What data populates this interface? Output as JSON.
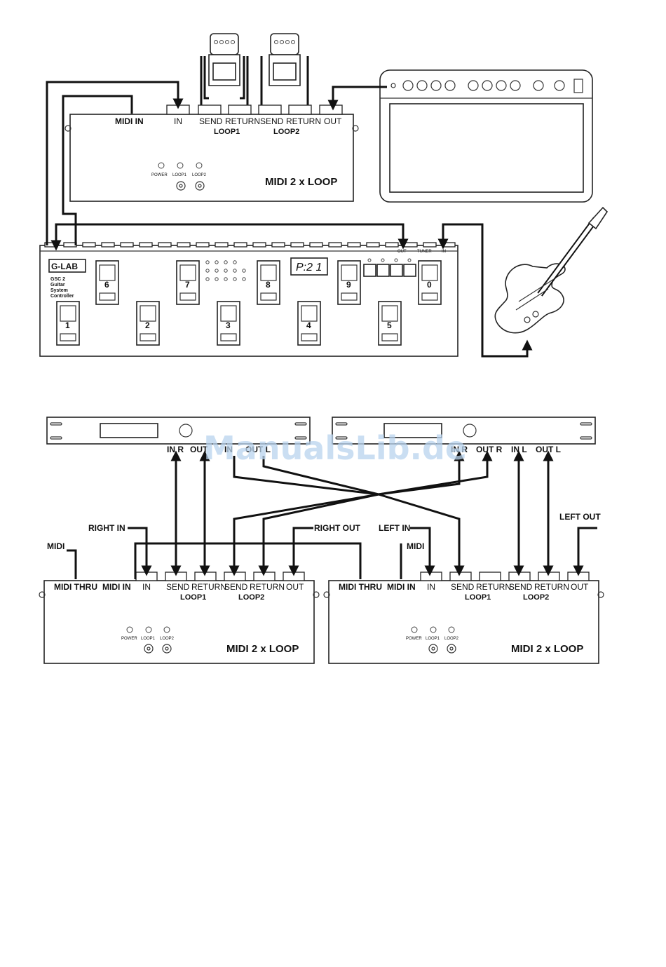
{
  "diagram1": {
    "unit_title": "MIDI 2 x LOOP",
    "labels": {
      "midi_in": "MIDI IN",
      "in": "IN",
      "send": "SEND",
      "return": "RETURN",
      "out": "OUT",
      "loop1": "LOOP1",
      "loop2": "LOOP2"
    },
    "leds": [
      "POWER",
      "LOOP1",
      "LOOP2"
    ],
    "controller": {
      "brand": "G-LAB",
      "model_lines": [
        "GSC 2",
        "Guitar",
        "System",
        "Controller"
      ],
      "display": "P:2 1",
      "top_switches": [
        "6",
        "7",
        "8",
        "9",
        "0"
      ],
      "bottom_switches": [
        "1",
        "2",
        "3",
        "4",
        "5"
      ],
      "rear_out": "OUT",
      "rear_tuner": "TUNER",
      "rear_in": "IN"
    }
  },
  "diagram2": {
    "unit_title": "MIDI 2 x LOOP",
    "fx_left": {
      "in_r": "IN R",
      "out_l": "OUT L",
      "in_l_partial": "IN",
      "out_partial": "OUT"
    },
    "fx_right": {
      "in_r": "IN R",
      "out_r": "OUT R",
      "in_l": "IN L",
      "out_l": "OUT L"
    },
    "callouts": {
      "right_in": "RIGHT IN",
      "right_out": "RIGHT OUT",
      "left_in": "LEFT IN",
      "left_out": "LEFT OUT",
      "midi_a": "MIDI",
      "midi_b": "MIDI"
    },
    "labels": {
      "midi_thru": "MIDI THRU",
      "midi_in": "MIDI IN",
      "in": "IN",
      "send": "SEND",
      "return": "RETURN",
      "out": "OUT",
      "loop1": "LOOP1",
      "loop2": "LOOP2"
    },
    "leds": [
      "POWER",
      "LOOP1",
      "LOOP2"
    ]
  },
  "watermark": "ManualsLib.de"
}
